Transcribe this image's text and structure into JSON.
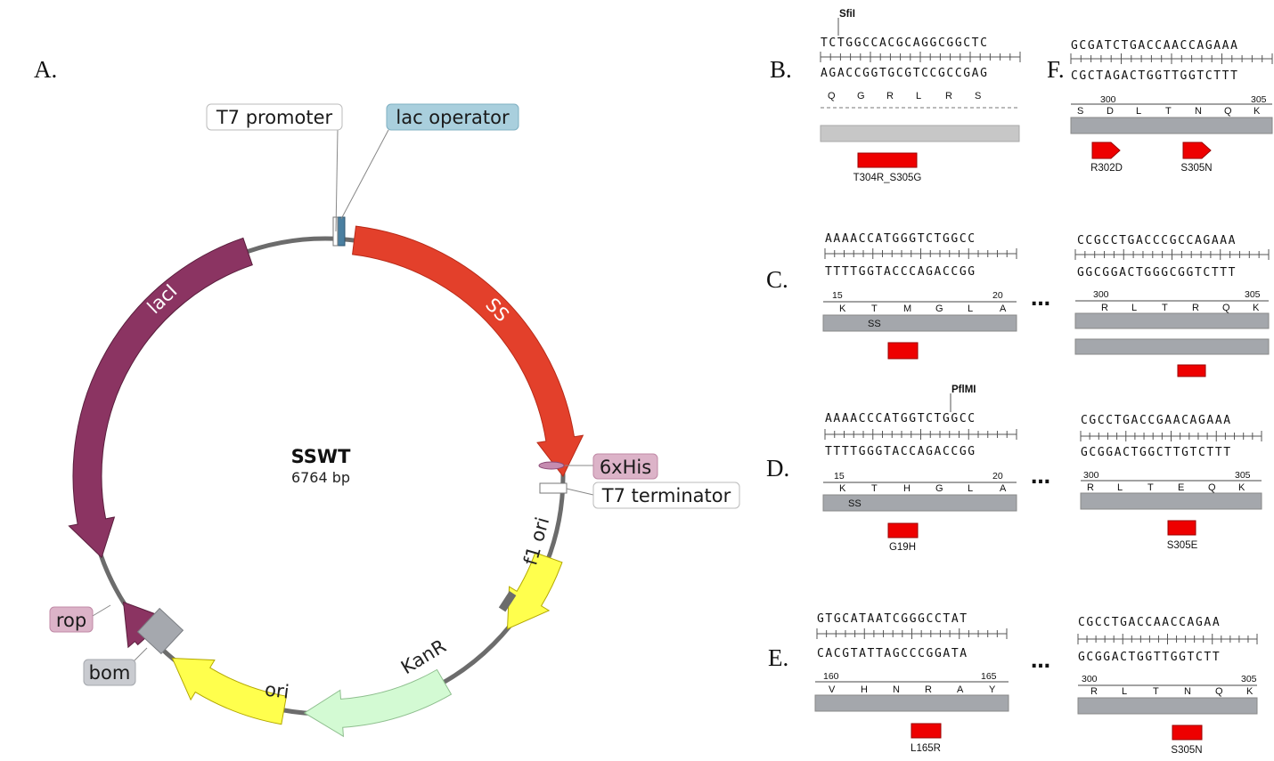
{
  "panel_a": {
    "letter": "A.",
    "plasmid_name": "SSWT",
    "plasmid_size": "6764 bp",
    "features": {
      "t7_promoter": "T7 promoter",
      "lac_operator": "lac operator",
      "laci": "lacI",
      "ss": "SS",
      "his": "6xHis",
      "t7_terminator": "T7 terminator",
      "f1_ori": "f1 ori",
      "kanr": "KanR",
      "ori": "ori",
      "rop": "rop",
      "bom": "bom"
    },
    "colors": {
      "laci": "#8b3462",
      "ss": "#e3402b",
      "f1_ori": "#ffff4d",
      "kanr": "#d3fad3",
      "ori": "#ffff4d",
      "lac_operator": "#a9cfdd",
      "his": "#dcb3c8",
      "bom": "#a5a8ae",
      "backbone": "#6c6c6c"
    }
  },
  "panel_b": {
    "letter": "B.",
    "site": "SfiI",
    "top": "TCTGGCCACGCAGGCGGCTC",
    "bottom": "AGACCGGTGCGTCCGCCGAG",
    "aa": [
      "Q",
      "G",
      "R",
      "L",
      "R",
      "S"
    ],
    "mutation": "T304R_S305G"
  },
  "panel_f": {
    "letter": "F.",
    "top": "GCGATCTGACCAACCAGAAA",
    "bottom": "CGCTAGACTGGTTGGTCTTT",
    "num_left": "300",
    "num_right": "305",
    "aa": [
      "S",
      "D",
      "L",
      "T",
      "N",
      "Q",
      "K"
    ],
    "mutations": [
      "R302D",
      "S305N"
    ]
  },
  "panel_c": {
    "letter": "C.",
    "left_top": "AAAACCATGGGTCTGGCC",
    "left_bottom": "TTTTGGTACCCAGACCGG",
    "left_num_left": "15",
    "left_num_right": "20",
    "left_aa": [
      "K",
      "T",
      "M",
      "G",
      "L",
      "A"
    ],
    "left_feature": "SS",
    "ellipsis": "…",
    "right_top": "CCGCCTGACCCGCCAGAAA",
    "right_bottom": "GGCGGACTGGGCGGTCTTT",
    "right_num_left": "300",
    "right_num_right": "305",
    "right_aa": [
      "R",
      "L",
      "T",
      "R",
      "Q",
      "K"
    ]
  },
  "panel_d": {
    "letter": "D.",
    "site": "PflMI",
    "left_top": "AAAACCCATGGTCTGGCC",
    "left_bottom": "TTTTGGGTACCAGACCGG",
    "left_num_left": "15",
    "left_num_right": "20",
    "left_aa": [
      "K",
      "T",
      "H",
      "G",
      "L",
      "A"
    ],
    "left_feature": "SS",
    "left_mutation": "G19H",
    "ellipsis": "…",
    "right_top": "CGCCTGACCGAACAGAAA",
    "right_bottom": "GCGGACTGGCTTGTCTTT",
    "right_num_left": "300",
    "right_num_right": "305",
    "right_aa": [
      "R",
      "L",
      "T",
      "E",
      "Q",
      "K"
    ],
    "right_mutation": "S305E"
  },
  "panel_e": {
    "letter": "E.",
    "left_top": "GTGCATAATCGGGCCTAT",
    "left_bottom": "CACGTATTAGCCCGGATA",
    "left_num_left": "160",
    "left_num_right": "165",
    "left_aa": [
      "V",
      "H",
      "N",
      "R",
      "A",
      "Y"
    ],
    "left_mutation": "L165R",
    "ellipsis": "…",
    "right_top": "CGCCTGACCAACCAGAA",
    "right_bottom": "GCGGACTGGTTGGTCTT",
    "right_num_left": "300",
    "right_num_right": "305",
    "right_aa": [
      "R",
      "L",
      "T",
      "N",
      "Q",
      "K"
    ],
    "right_mutation": "S305N"
  }
}
